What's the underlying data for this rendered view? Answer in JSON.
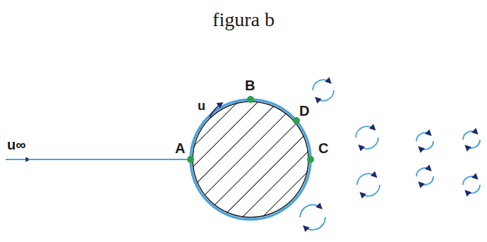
{
  "diagram": {
    "title": "figura b",
    "labels": [
      "u∞",
      "u",
      "A",
      "B",
      "D",
      "C"
    ]
  }
}
